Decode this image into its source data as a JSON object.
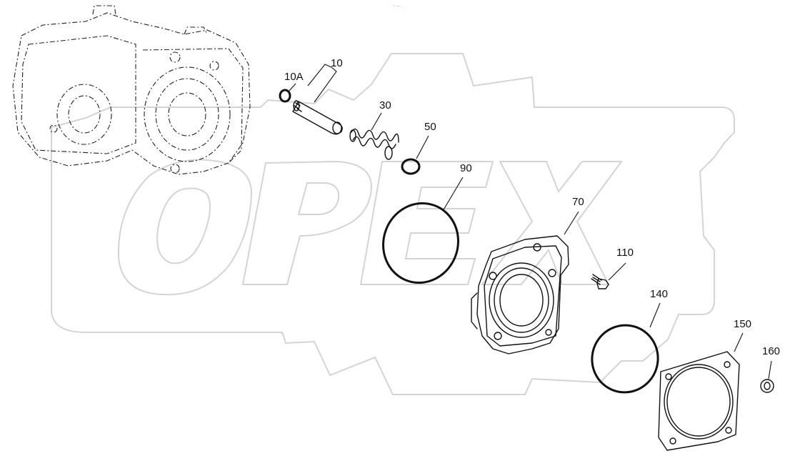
{
  "watermark": {
    "text": "OPEX"
  },
  "header_mark": "~ ---",
  "callouts": {
    "p10a": "10A",
    "p10": "10",
    "p30": "30",
    "p50": "50",
    "p90": "90",
    "p70": "70",
    "p110": "110",
    "p140": "140",
    "p150": "150",
    "p160": "160"
  },
  "colors": {
    "ink": "#111111",
    "watermark_stroke": "#d4d4d4"
  }
}
